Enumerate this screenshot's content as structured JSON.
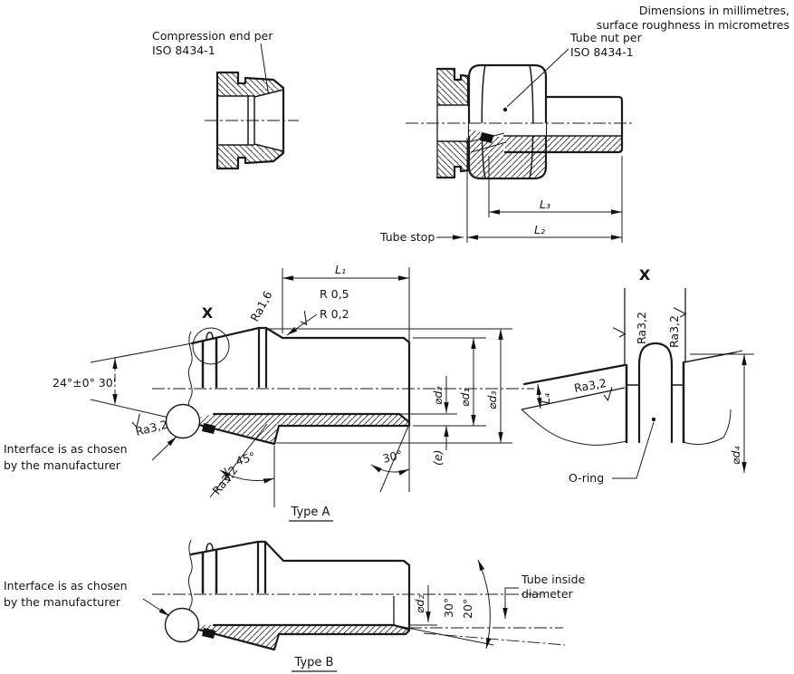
{
  "note": {
    "line1": "Dimensions in millimetres,",
    "line2": "surface roughness in micrometres"
  },
  "callouts": {
    "compression_end_1": "Compression end per",
    "compression_end_2": "ISO 8434-1",
    "tube_nut_1": "Tube nut per",
    "tube_nut_2": "ISO 8434-1",
    "tube_stop": "Tube stop",
    "interface_1": "Interface is as chosen",
    "interface_2": "by the manufacturer",
    "o_ring": "O-ring",
    "tube_inside_1": "Tube inside",
    "tube_inside_2": "diameter"
  },
  "dimensions": {
    "l1": "L₁",
    "l2": "L₂",
    "l3": "L₃",
    "l4": "L₄",
    "d1": "⌀d₁",
    "d2": "⌀d₂",
    "d3": "⌀d₃",
    "d4": "⌀d₄",
    "e": "(e)",
    "angle_cone": "24°±0° 30'",
    "angle_45": "45°",
    "angle_30": "30°",
    "angle_20": "20°",
    "radius_05": "R 0,5",
    "radius_02": "R 0,2",
    "ra_16": "Ra1,6",
    "ra_32": "Ra3,2"
  },
  "views": {
    "detail_ref": "X",
    "detail_label": "X",
    "type_a": "Type A",
    "type_b": "Type B"
  }
}
